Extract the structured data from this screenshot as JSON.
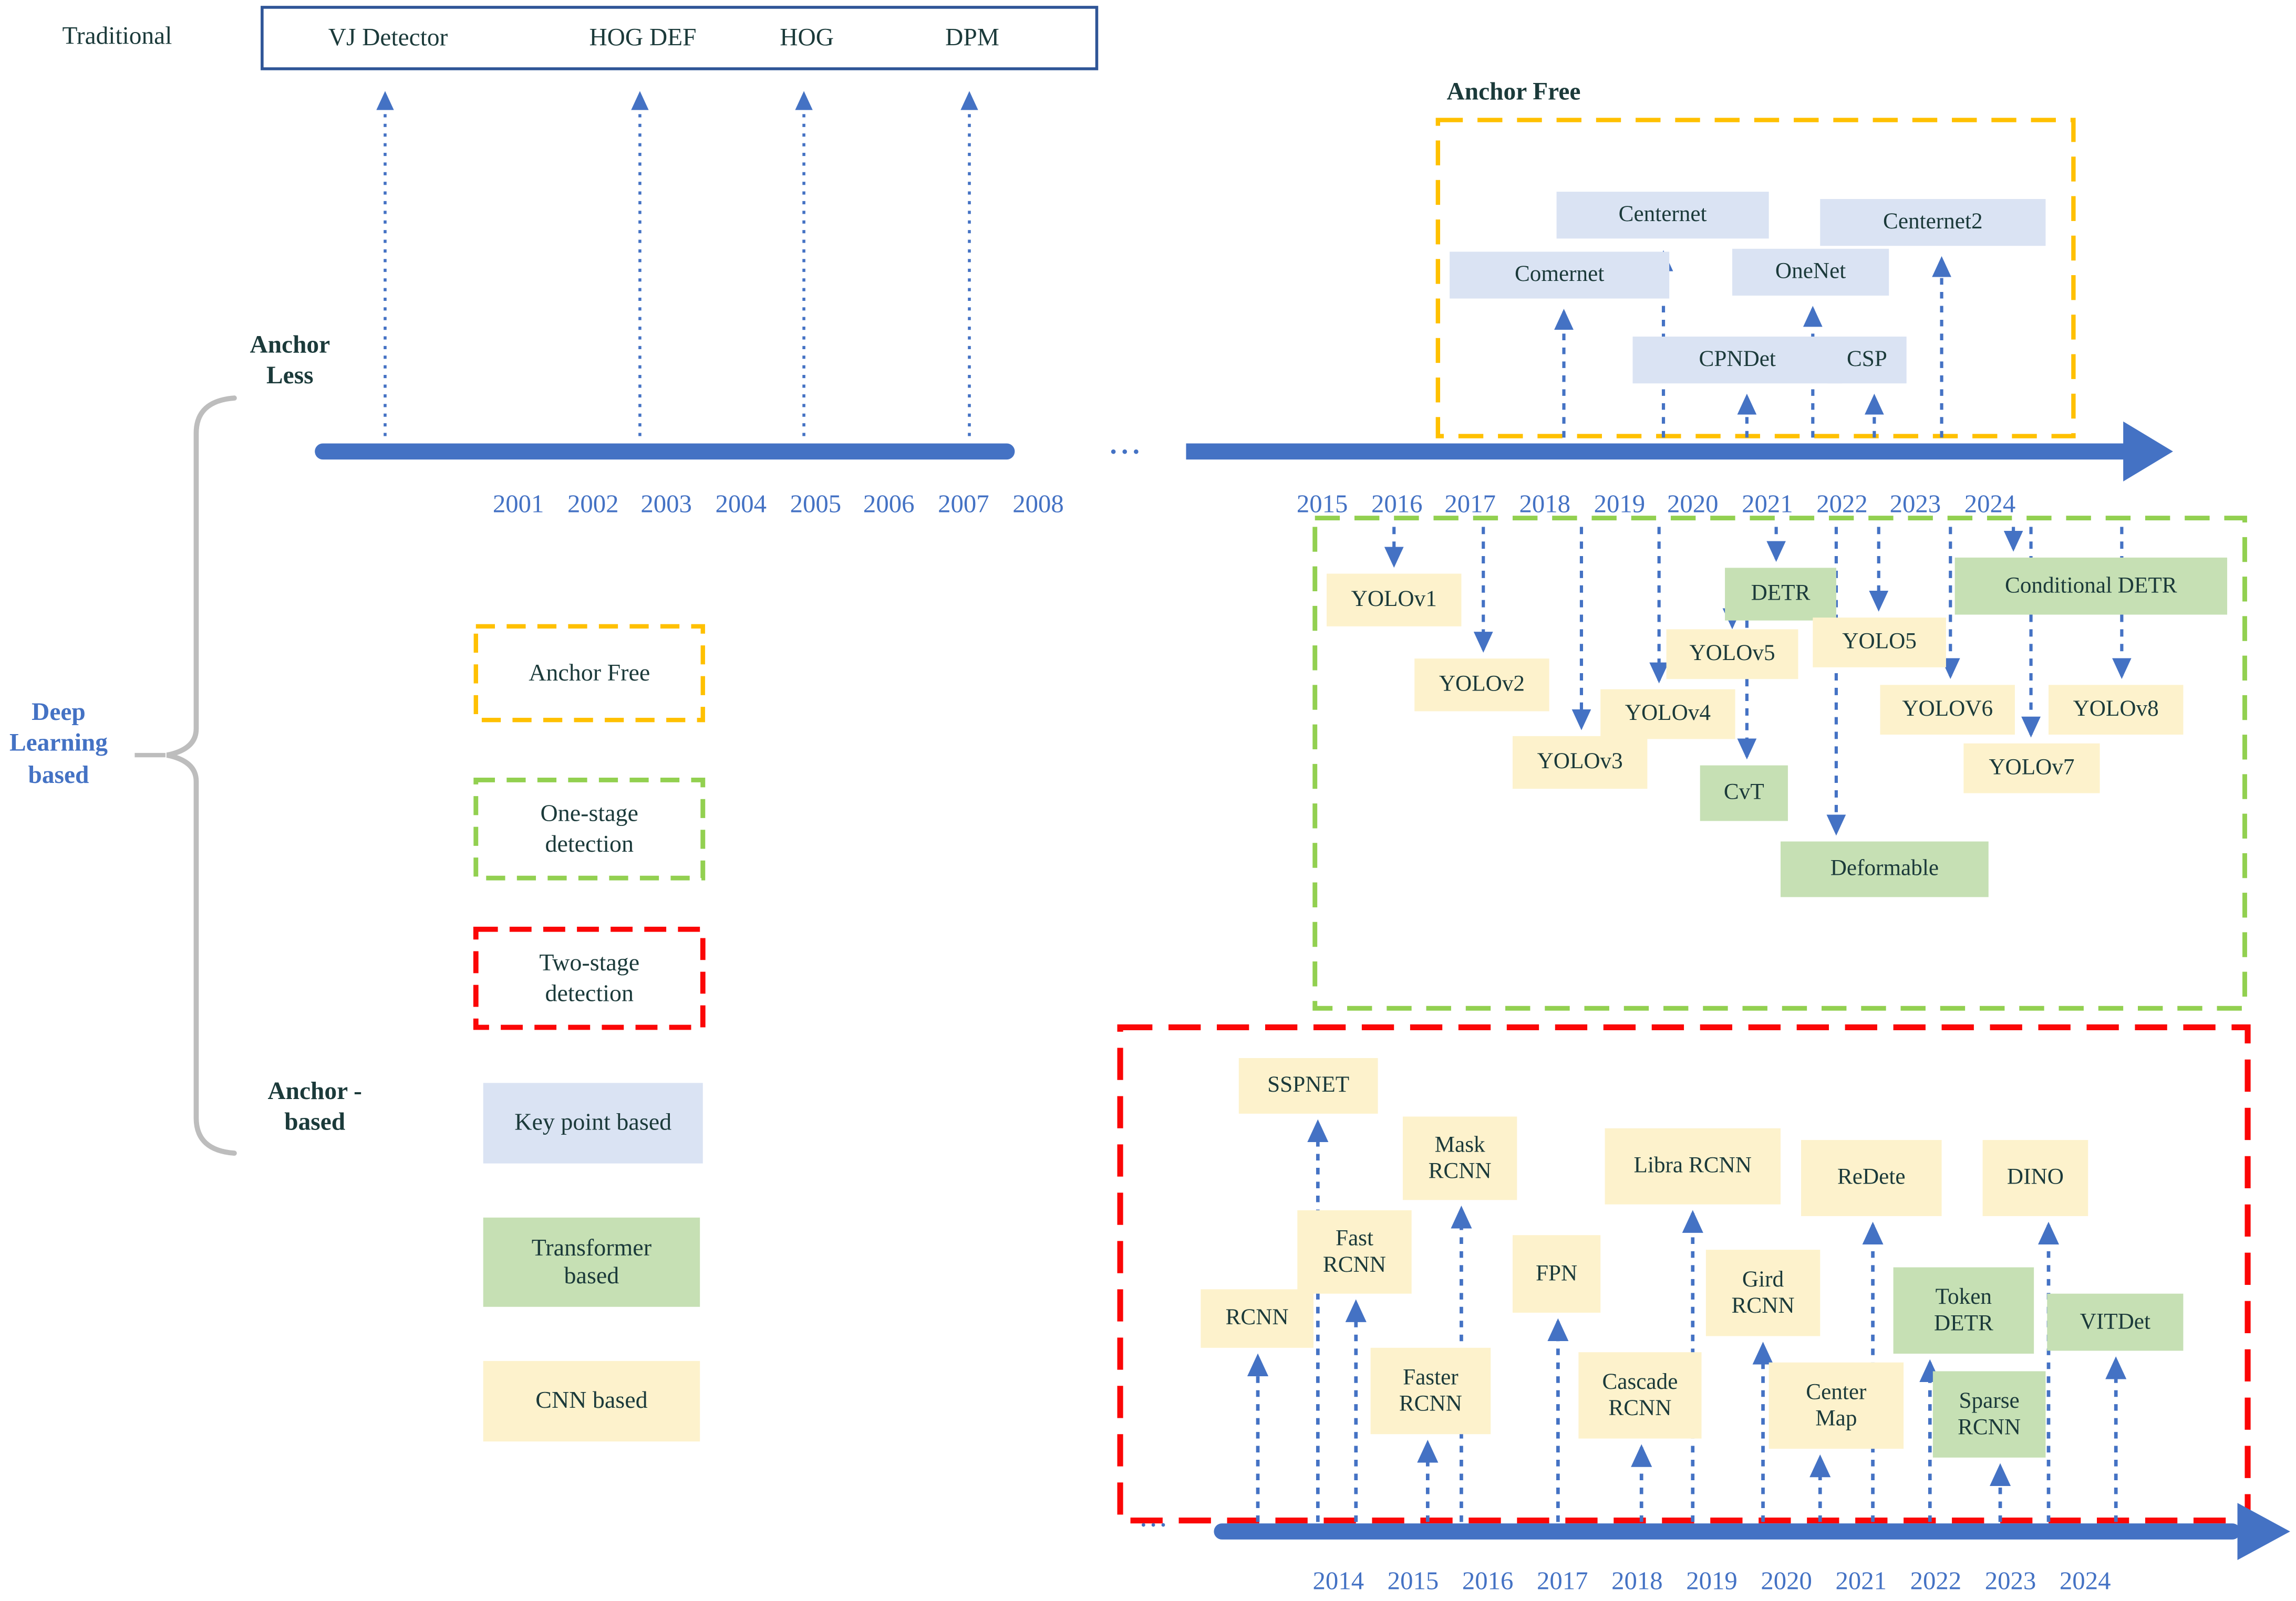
{
  "colors": {
    "accent_blue": "#4472C4",
    "dark_text": "#1B3A3A",
    "cnn_yellow_fill": "#FDF2CC",
    "transformer_green_fill": "#C6E0B4",
    "keypoint_lavender_fill": "#DAE3F3",
    "anchor_free_dash": "#FFC000",
    "one_stage_dash": "#92D050",
    "two_stage_dash": "#FB0606",
    "traditional_box_border": "#2F5597",
    "brace_gray": "#BDBDBD"
  },
  "left_labels": {
    "traditional": "Traditional",
    "anchor_less": "Anchor Less",
    "deep_learning": "Deep Learning based",
    "anchor_based": "Anchor - based"
  },
  "traditional_box": {
    "items": [
      "VJ Detector",
      "HOG DEF",
      "HOG",
      "DPM"
    ]
  },
  "timelines": {
    "top_left_years": [
      "2001",
      "2002",
      "2003",
      "2004",
      "2005",
      "2006",
      "2007",
      "2008"
    ],
    "top_right_years": [
      "2015",
      "2016",
      "2017",
      "2018",
      "2019",
      "2020",
      "2021",
      "2022",
      "2023",
      "2024"
    ],
    "bottom_years": [
      "2014",
      "2015",
      "2016",
      "2017",
      "2018",
      "2019",
      "2020",
      "2021",
      "2022",
      "2023",
      "2024"
    ],
    "ellipsis": "..."
  },
  "anchor_free_group": {
    "title": "Anchor Free",
    "nodes": {
      "centernet": "Centernet",
      "comernet": "Comernet",
      "onenet": "OneNet",
      "centernet2": "Centernet2",
      "cpndet": "CPNDet",
      "csp": "CSP"
    }
  },
  "one_stage_group": {
    "nodes": {
      "yolov1": "YOLOv1",
      "yolov2": "YOLOv2",
      "yolov3": "YOLOv3",
      "yolov4": "YOLOv4",
      "yolov5": "YOLOv5",
      "yolo5": "YOLO5",
      "detr": "DETR",
      "conditional_detr": "Conditional DETR",
      "yolov6": "YOLOV6",
      "yolov7": "YOLOv7",
      "yolov8": "YOLOv8",
      "cvt": "CvT",
      "deformable": "Deformable"
    }
  },
  "two_stage_group": {
    "nodes": {
      "rcnn": "RCNN",
      "sspnet": "SSPNET",
      "fast_rcnn": "Fast RCNN",
      "faster_rcnn": "Faster RCNN",
      "mask_rcnn": "Mask RCNN",
      "fpn": "FPN",
      "cascade_rcnn": "Cascade RCNN",
      "libra_rcnn": "Libra RCNN",
      "gird_rcnn": "Gird RCNN",
      "center_map": "Center Map",
      "redete": "ReDete",
      "token_detr": "Token DETR",
      "sparse_rcnn": "Sparse RCNN",
      "dino": "DINO",
      "vitdet": "VITDet"
    }
  },
  "legend": {
    "anchor_free": "Anchor Free",
    "one_stage": "One-stage detection",
    "two_stage": "Two-stage detection",
    "key_point": "Key point based",
    "transformer": "Transformer based",
    "cnn": "CNN based"
  }
}
